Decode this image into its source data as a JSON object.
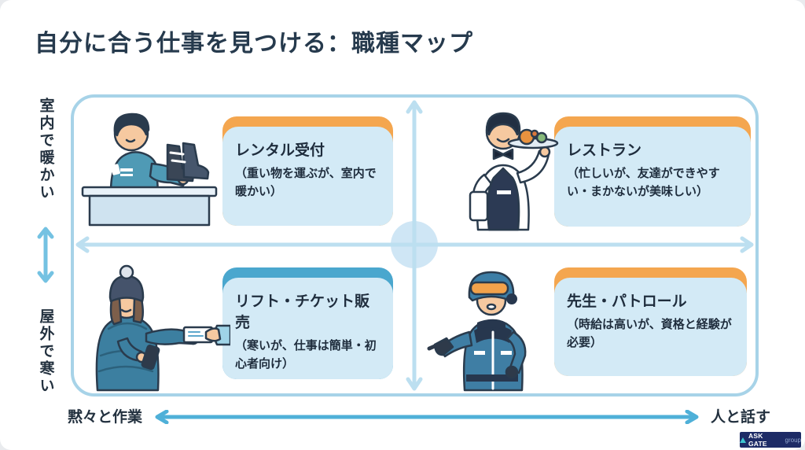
{
  "page": {
    "title": "自分に合う仕事を見つける：職種マップ"
  },
  "map": {
    "axes": {
      "y_top": "室内で暖かい",
      "y_bottom": "屋外で寒い",
      "x_left": "黙々と作業",
      "x_right": "人と話す"
    },
    "quadrants": [
      {
        "position": "top-left",
        "title": "レンタル受付",
        "description": "（重い物を運ぶが、室内で暖かい）",
        "accent_color": "#F4A64F",
        "illustration": "rental-counter-staff"
      },
      {
        "position": "top-right",
        "title": "レストラン",
        "description": "（忙しいが、友達ができやすい・まかないが美味しい）",
        "accent_color": "#F4A64F",
        "illustration": "waiter-with-tray"
      },
      {
        "position": "bottom-left",
        "title": "リフト・チケット販売",
        "description": "（寒いが、仕事は簡単・初心者向け）",
        "accent_color": "#4AA7CE",
        "illustration": "ticket-seller"
      },
      {
        "position": "bottom-right",
        "title": "先生・パトロール",
        "description": "（時給は高いが、資格と経験が必要）",
        "accent_color": "#F4A64F",
        "illustration": "ski-patrol-instructor"
      }
    ]
  },
  "footer": {
    "logo_brand": "ASK GATE",
    "logo_suffix": "group"
  },
  "colors": {
    "text": "#263A4D",
    "card_body": "#D3EAF6",
    "accent_orange": "#F4A64F",
    "accent_blue": "#4AA7CE",
    "map_border": "#A7D3E8",
    "center_arrows": "#BCDFF0",
    "axis_arrow": "#4FB0D8",
    "logo_background": "#1D2B66"
  }
}
